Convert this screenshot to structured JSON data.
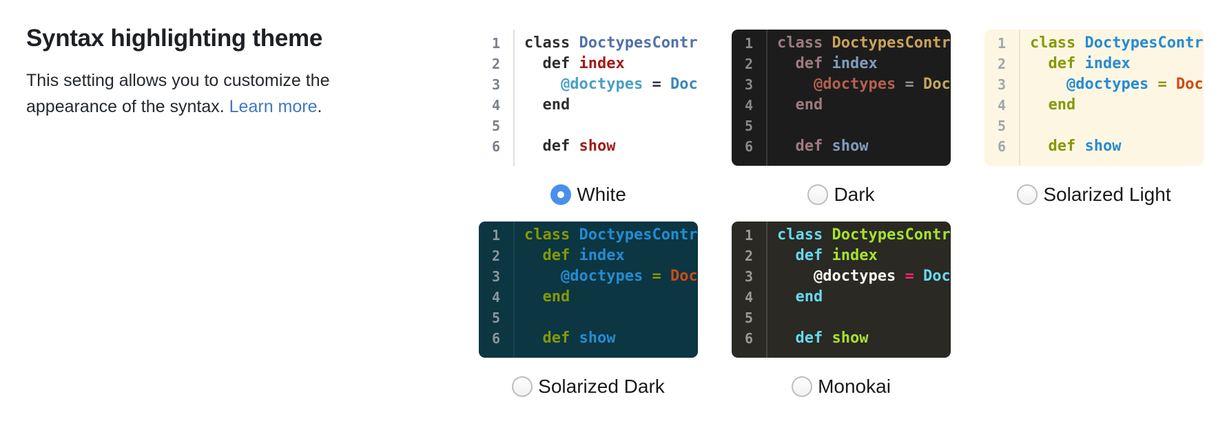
{
  "header": {
    "title": "Syntax highlighting theme"
  },
  "description": {
    "line1": "This setting allows you to customize the",
    "line2": "appearance of the syntax. ",
    "link_text": "Learn more",
    "suffix": "."
  },
  "link_color": "#4078c0",
  "radio": {
    "selected_fill": "#4a90ea"
  },
  "code": {
    "line_numbers": [
      "1",
      "2",
      "3",
      "4",
      "5",
      "6"
    ],
    "lines": [
      [
        {
          "t": "class ",
          "c": "keyword"
        },
        {
          "t": "DoctypesController",
          "c": "classname"
        }
      ],
      [
        {
          "t": "  "
        },
        {
          "t": "def ",
          "c": "keyword"
        },
        {
          "t": "index",
          "c": "method"
        }
      ],
      [
        {
          "t": "    "
        },
        {
          "t": "@doctypes",
          "c": "ivar"
        },
        {
          "t": " "
        },
        {
          "t": "=",
          "c": "op"
        },
        {
          "t": " "
        },
        {
          "t": "Doctype.all",
          "c": "const"
        }
      ],
      [
        {
          "t": "  "
        },
        {
          "t": "end",
          "c": "keyword"
        }
      ],
      [],
      [
        {
          "t": "  "
        },
        {
          "t": "def ",
          "c": "keyword"
        },
        {
          "t": "show",
          "c": "method"
        }
      ]
    ]
  },
  "themes": [
    {
      "id": "white",
      "label": "White",
      "selected": true,
      "colors": {
        "bg": "#ffffff",
        "text": "#333333",
        "gutter_text": "#77818c",
        "gutter_border": "#e0e0e0",
        "keyword": "#2f2f2f",
        "classname": "#5272a8",
        "method": "#9e1c16",
        "ivar": "#4a9fc3",
        "op": "#333333",
        "const": "#3d87b8"
      }
    },
    {
      "id": "dark",
      "label": "Dark",
      "selected": false,
      "colors": {
        "bg": "#1d1c1c",
        "text": "#c5c8c6",
        "gutter_text": "#8a8a8a",
        "gutter_border": "#3a3a3a",
        "keyword": "#9d7b80",
        "classname": "#c9a35a",
        "method": "#7f9cbd",
        "ivar": "#b3604f",
        "op": "#8f8f8f",
        "const": "#c2a95c"
      }
    },
    {
      "id": "solarized-light",
      "label": "Solarized Light",
      "selected": false,
      "colors": {
        "bg": "#fdf6e3",
        "text": "#657b83",
        "gutter_text": "#9fa8a8",
        "gutter_border": "#ece5d1",
        "keyword": "#859900",
        "classname": "#268bd2",
        "method": "#268bd2",
        "ivar": "#268bd2",
        "op": "#859900",
        "const": "#cb4b16"
      }
    },
    {
      "id": "solarized-dark",
      "label": "Solarized Dark",
      "selected": false,
      "colors": {
        "bg": "#0b3642",
        "text": "#839496",
        "gutter_text": "#8a979b",
        "gutter_border": "#15434f",
        "keyword": "#859900",
        "classname": "#268bd2",
        "method": "#268bd2",
        "ivar": "#268bd2",
        "op": "#859900",
        "const": "#cb4b16"
      }
    },
    {
      "id": "monokai",
      "label": "Monokai",
      "selected": false,
      "colors": {
        "bg": "#2a2923",
        "text": "#f8f8f2",
        "gutter_text": "#9b9b95",
        "gutter_border": "#4a4940",
        "keyword": "#66d9ef",
        "classname": "#a6e22e",
        "method": "#a6e22e",
        "ivar": "#f8f8f2",
        "op": "#f92672",
        "const": "#66d9ef"
      }
    }
  ]
}
